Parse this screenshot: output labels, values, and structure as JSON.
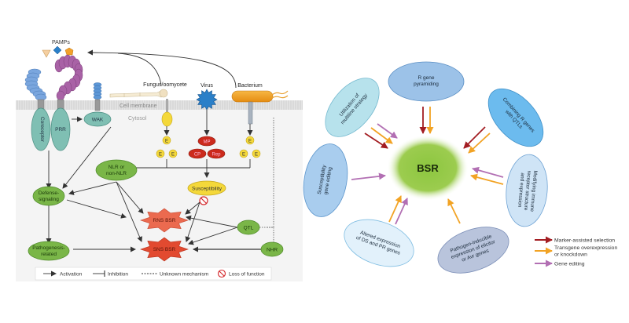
{
  "left_panel": {
    "pamps_label": "PAMPs",
    "membrane_label": "Cell membrane",
    "cytosol_label": "Cytosol",
    "pathogens": {
      "fungus": "Fungus/oomycete",
      "virus": "Virus",
      "bacterium": "Bacterium"
    },
    "receptors": {
      "coreceptor": "Coreceptor",
      "prr": "PRR",
      "wak": "WAK"
    },
    "effector_label": "E",
    "virus_proteins": [
      "MP",
      "CP",
      "Rep"
    ],
    "nodes": {
      "nlr": [
        "NLR or",
        "non-NLR"
      ],
      "defense": [
        "Defense-",
        "signaling"
      ],
      "pathogenesis": [
        "Pathogenesis-",
        "related"
      ],
      "susceptibility": "Susceptibility",
      "rns": "RNS BSR",
      "sns": "SNS BSR",
      "qtl": "QTL",
      "nhr": "NHR"
    },
    "legend": {
      "activation": "Activation",
      "inhibition": "Inhibition",
      "unknown": "Unknown mechanism",
      "loss": "Loss of function"
    }
  },
  "right_panel": {
    "center": "BSR",
    "strategies": {
      "pyramiding": [
        "R gene",
        "pyramiding"
      ],
      "combining": [
        "Combining R genes",
        "with QTLs"
      ],
      "modifying": [
        "Modifying immune",
        "receptor structure",
        "and expression"
      ],
      "pathogen": [
        "Pathogen-inducible",
        "expression of elicitor",
        "or Avr genes"
      ],
      "altered": [
        "Altered expression",
        "of DS and PR genes"
      ],
      "susceptibility": [
        "Susceptibility",
        "gene editing"
      ],
      "multiline": [
        "Utilization of",
        "multiline strategy"
      ]
    },
    "legend": [
      {
        "label": "Marker-assisted selection",
        "color": "#a31d22"
      },
      {
        "label": "Transgene overexpression",
        "label2": "or knockdown",
        "color": "#f2a324"
      },
      {
        "label": "Gene editing",
        "color": "#b26fb3"
      }
    ]
  },
  "colors": {
    "green_node": "#7ab648",
    "teal_node": "#7fbfb3",
    "red_node": "#e8553c",
    "yellow_node": "#f4d83a",
    "purple_receptor": "#a55fa3",
    "blue_receptor": "#6f9ed8",
    "red_arrow": "#a31d22",
    "orange_arrow": "#f2a324",
    "purple_arrow": "#b26fb3"
  }
}
